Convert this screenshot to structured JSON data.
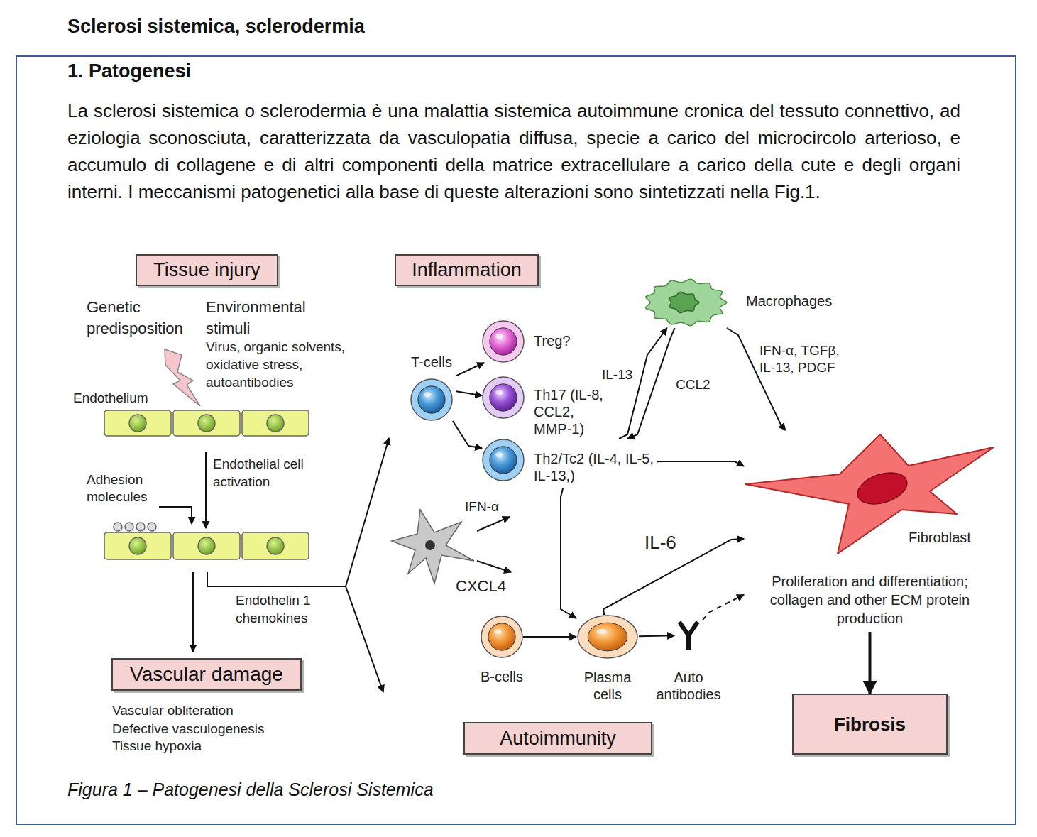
{
  "diagram": {
    "title": "Sclerosi sistemica, sclerodermia",
    "caption": "Figura 1 – Patogenesi della Sclerosi Sistemica",
    "nodes": [
      {
        "text": [
          "1. Patogenesi",
          "La sclerosi sistemica o sclerodermia è una malattia sistemica autoimmune cronica del tessuto connettivo, ad eziologia sconosciuta, caratterizzata da vasculopatia diffusa, specie a carico del microcircolo arterioso, e accumulo di collagene e di altri componenti della matrice extracellulare a carico della cute e degli organi interni. I meccanismi patogenetici alla base di queste alterazioni sono sintetizzati nella Fig.1."
        ]
      },
      {
        "text": [
          "Tissue injury"
        ],
        "in": 0
      },
      {
        "text": [
          "Inflammation"
        ],
        "in": 0
      },
      {
        "text": [
          "Macrophages"
        ],
        "in": 0
      },
      {
        "text": [
          "T-cells"
        ],
        "in": 0
      },
      {
        "text": [
          "Treg?"
        ],
        "in": 0
      },
      {
        "text": [
          "Th17 (IL-8, CCL2, MMP-1)"
        ],
        "in": 0
      },
      {
        "text": [
          "Th2/Tc2 (IL-4, IL-5, IL-13,)"
        ],
        "in": 0
      },
      {
        "text": [
          "Fibroblast",
          "Proliferation and differentiation; collagen and other ECM protein production"
        ],
        "in": 0
      },
      {
        "text": [
          "B-cells"
        ],
        "in": 0
      },
      {
        "text": [
          "Plasma cells"
        ],
        "in": 0
      },
      {
        "text": [
          "Auto antibodies"
        ],
        "in": 0
      },
      {
        "text": [
          "Vascular damage"
        ],
        "in": 0
      },
      {
        "text": [
          "Autoimmunity"
        ],
        "in": 0
      },
      {
        "text": [
          "Fibrosis"
        ],
        "in": 0
      }
    ],
    "edges": [
      {
        "from": 4,
        "to": 5,
        "arrow": "to"
      },
      {
        "from": 4,
        "to": 6,
        "arrow": "to"
      },
      {
        "from": 4,
        "to": 7,
        "arrow": "to"
      },
      {
        "from": 7,
        "to": 3,
        "label": "IL-13",
        "arrow": "to"
      },
      {
        "from": 3,
        "to": 7,
        "label": "CCL2",
        "arrow": "to"
      },
      {
        "from": 3,
        "to": 8,
        "label": "IFN-α, TGFβ, IL-13, PDGF",
        "arrow": "to"
      },
      {
        "from": 7,
        "to": 8,
        "arrow": "to"
      },
      {
        "from": 7,
        "to": 10,
        "arrow": "to"
      },
      {
        "from": 9,
        "to": 10,
        "arrow": "to"
      },
      {
        "from": 10,
        "to": 11,
        "arrow": "to"
      },
      {
        "from": 10,
        "to": 8,
        "label": "IL-6",
        "arrow": "to"
      },
      {
        "from": 11,
        "to": 8,
        "arrow": "to"
      },
      {
        "from": 8,
        "to": 14,
        "arrow": "to"
      }
    ],
    "labels": [
      "Genetic predisposition",
      "Environmental stimuli",
      "Virus, organic solvents, oxidative stress, autoantibodies",
      "Endothelium",
      "Adhesion molecules",
      "Endothelial cell activation",
      "Endothelin 1 chemokines",
      "Vascular obliteration",
      "Defective vasculogenesis",
      "Tissue hypoxia",
      "IFN-α",
      "CXCL4"
    ]
  }
}
